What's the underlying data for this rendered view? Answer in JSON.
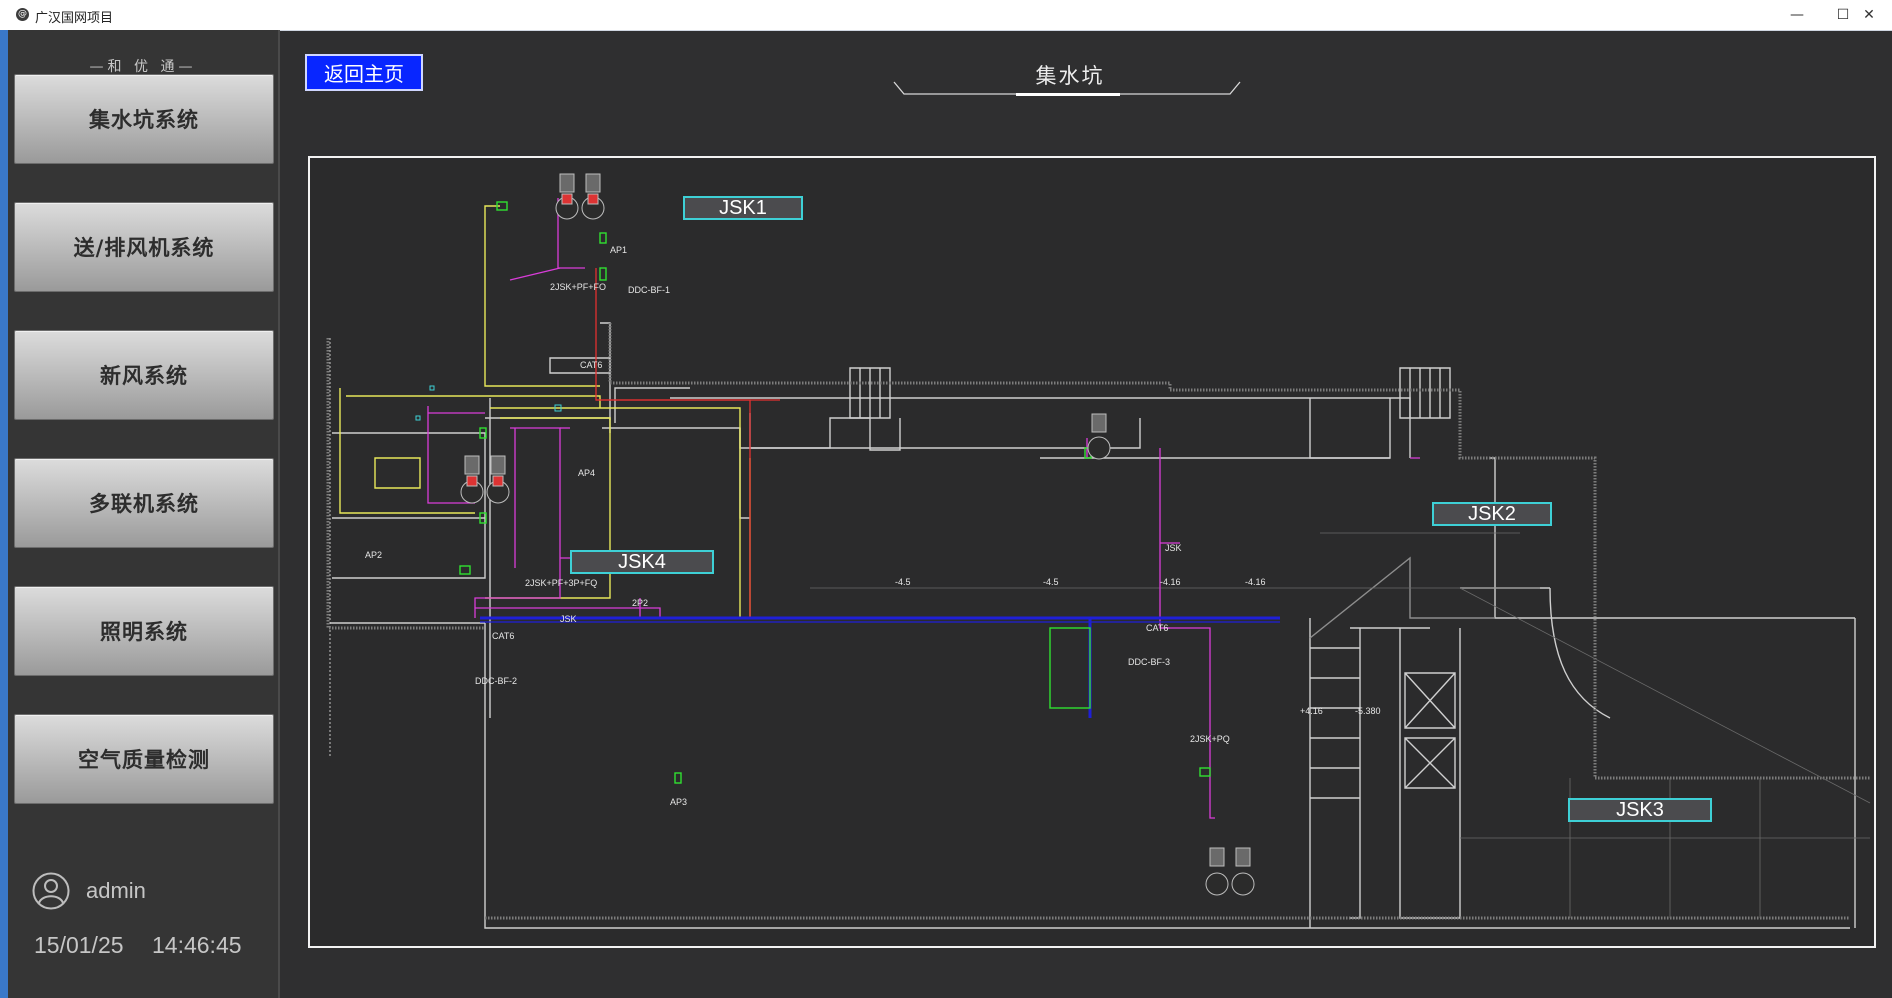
{
  "window": {
    "app_icon": "app-logo-icon",
    "title": "广汉国网项目",
    "minimize": "—",
    "maximize": "☐",
    "close": "✕"
  },
  "sidebar": {
    "brand": "—和 优 通—",
    "items": [
      {
        "label": "集水坑系统"
      },
      {
        "label": "送/排风机系统"
      },
      {
        "label": "新风系统"
      },
      {
        "label": "多联机系统"
      },
      {
        "label": "照明系统"
      },
      {
        "label": "空气质量检测"
      }
    ],
    "user": {
      "icon": "user-icon",
      "name": "admin"
    },
    "date": "15/01/25",
    "time": "14:46:45"
  },
  "header": {
    "back_label": "返回主页",
    "title": "集水坑"
  },
  "drawing": {
    "tags": {
      "jsk1": "JSK1",
      "jsk2": "JSK2",
      "jsk3": "JSK3",
      "jsk4": "JSK4"
    },
    "labels": {
      "ap1": "AP1",
      "ap2": "AP2",
      "ap3": "AP3",
      "ap4": "AP4",
      "ddc1": "DDC-BF-1",
      "ddc2": "DDC-BF-2",
      "ddc3": "DDC-BF-3",
      "cat6_a": "CAT6",
      "cat6_b": "CAT6",
      "cat6_c": "CAT6",
      "cable1": "2JSK+PF+FO",
      "cable2": "2JSK+PF+3P+FQ",
      "cable3": "2JSK+PQ",
      "jsk_small": "JSK",
      "p2": "2P2",
      "jsk_blue": "JSK",
      "el1": "-4.5",
      "el2": "-4.5",
      "el3": "-4.16",
      "el4": "-4.16",
      "el5": "+4.16",
      "el6": "-5.380"
    }
  },
  "colors": {
    "accent_blue": "#0826ff",
    "cad_cyan": "#3ed0d6",
    "cad_yellow": "#e8e85a",
    "cad_magenta": "#d93cd9",
    "cad_red": "#e23030",
    "cad_blue": "#1f1fd8",
    "cad_green": "#31e031"
  }
}
